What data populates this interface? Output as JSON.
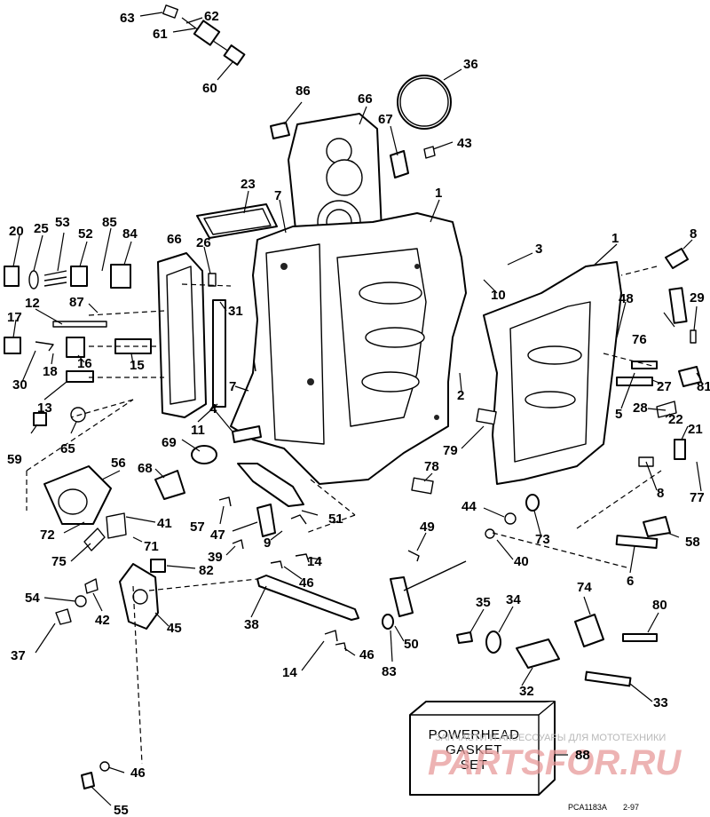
{
  "diagram": {
    "gasket_box": {
      "line1": "POWERHEAD",
      "line2": "GASKET",
      "line3": "SET",
      "part": "88"
    },
    "drawing_code": "PCA1183A",
    "drawing_date": "2-97",
    "watermark": {
      "line1": "ЗАПЧАСТИ И АКСЕССУАРЫ ДЛЯ МОТОТЕХНИКИ",
      "line2": "PARTSFOR.RU"
    },
    "labels": [
      "63",
      "62",
      "61",
      "60",
      "36",
      "86",
      "66",
      "67",
      "43",
      "23",
      "7",
      "1",
      "20",
      "25",
      "53",
      "52",
      "85",
      "84",
      "66",
      "26",
      "3",
      "1",
      "8",
      "12",
      "87",
      "17",
      "31",
      "10",
      "48",
      "29",
      "76",
      "30",
      "18",
      "16",
      "15",
      "7",
      "2",
      "27",
      "81",
      "13",
      "4",
      "11",
      "5",
      "28",
      "22",
      "59",
      "65",
      "69",
      "79",
      "21",
      "56",
      "68",
      "78",
      "8",
      "77",
      "72",
      "41",
      "57",
      "47",
      "51",
      "44",
      "73",
      "58",
      "75",
      "71",
      "39",
      "9",
      "49",
      "40",
      "82",
      "14",
      "46",
      "6",
      "54",
      "42",
      "38",
      "74",
      "35",
      "34",
      "80",
      "45",
      "50",
      "37",
      "46",
      "83",
      "14",
      "32",
      "33",
      "88",
      "46",
      "55"
    ]
  }
}
